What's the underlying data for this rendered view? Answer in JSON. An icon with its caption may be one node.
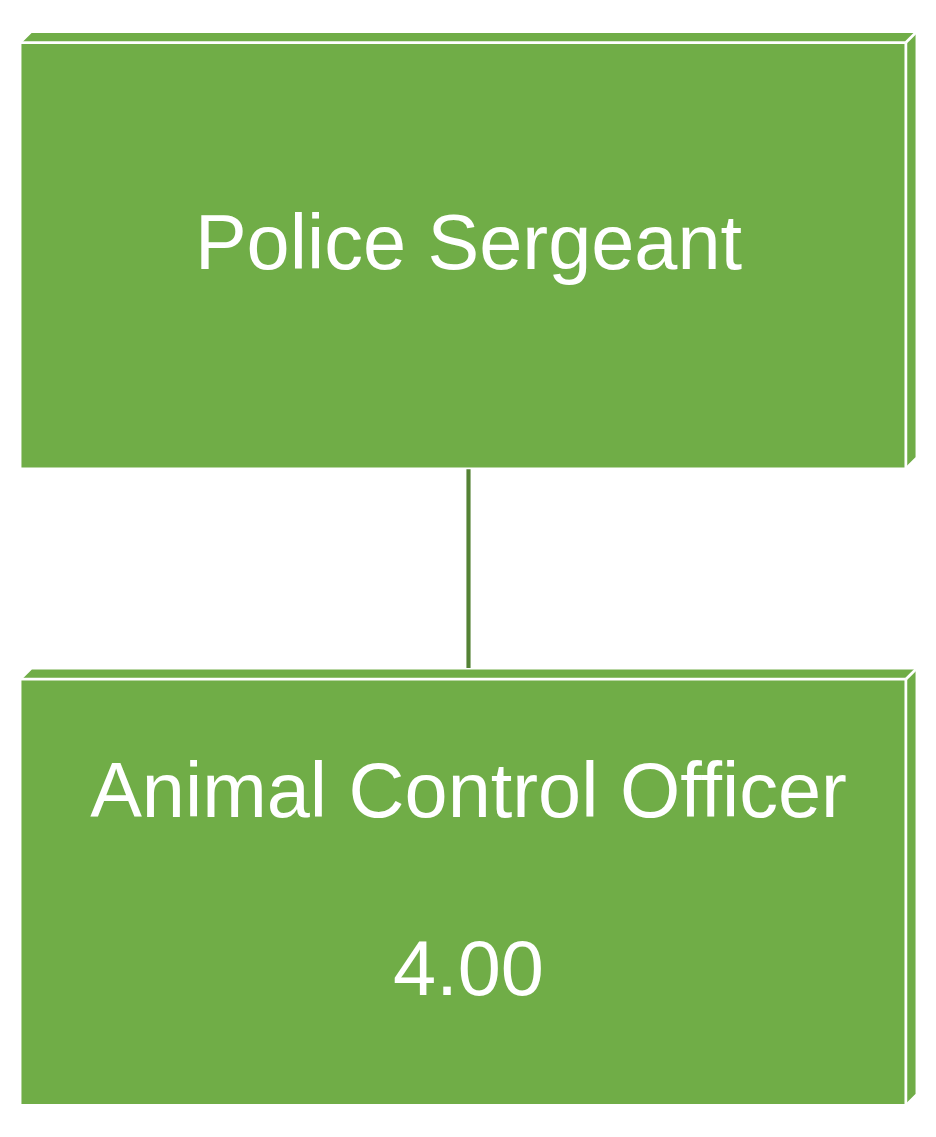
{
  "diagram": {
    "nodes": [
      {
        "text": [
          "Police Sergeant"
        ]
      },
      {
        "text": [
          "Animal Control Officer",
          "4.00"
        ]
      }
    ],
    "edges": [
      {
        "from": 0,
        "to": 1,
        "arrow": "none"
      }
    ]
  }
}
